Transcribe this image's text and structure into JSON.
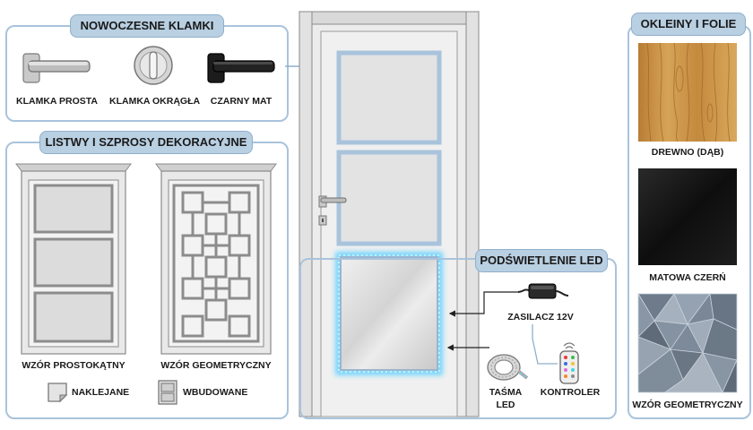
{
  "handles": {
    "title": "NOWOCZESNE KLAMKI",
    "items": [
      {
        "label": "KLAMKA PROSTA",
        "icon": "straight-handle-icon"
      },
      {
        "label": "KLAMKA OKRĄGŁA",
        "icon": "round-handle-icon"
      },
      {
        "label": "CZARNY MAT",
        "icon": "black-handle-icon"
      }
    ]
  },
  "mouldings": {
    "title": "LISTWY I SZPROSY DEKORACYJNE",
    "patterns": [
      {
        "label": "WZÓR PROSTOKĄTNY"
      },
      {
        "label": "WZÓR GEOMETRYCZNY"
      }
    ],
    "types": [
      {
        "label": "NAKLEJANE",
        "icon": "sticker-icon"
      },
      {
        "label": "WBUDOWANE",
        "icon": "built-in-icon"
      }
    ]
  },
  "led": {
    "title": "PODŚWIETLENIE LED",
    "power_supply": "ZASILACZ 12V",
    "strip_line1": "TAŚMA",
    "strip_line2": "LED",
    "controller": "KONTROLER"
  },
  "veneers": {
    "title": "OKLEINY I FOLIE",
    "items": [
      {
        "label": "DREWNO (DĄB)",
        "swatch": "#c8913f"
      },
      {
        "label": "MATOWA CZERŃ",
        "swatch": "#141414"
      },
      {
        "label": "WZÓR GEOMETRYCZNY",
        "swatch": "#7d8a99"
      }
    ]
  },
  "colors": {
    "panel_border": "#a9c3dc",
    "pill_fill": "#b9cfe2",
    "led_glow": "#5fd0ff",
    "door_frame": "#e6e6e6"
  }
}
